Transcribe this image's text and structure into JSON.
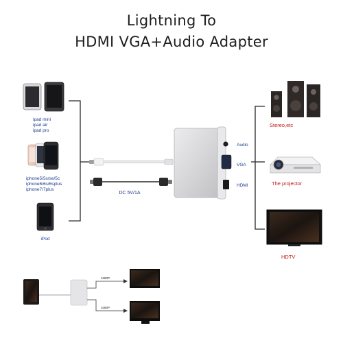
{
  "title": {
    "line1": "Lightning To",
    "line2": "HDMI VGA+Audio Adapter"
  },
  "devices": {
    "ipad_labels": [
      "ipad mini",
      "ipad air",
      "ipad pro"
    ],
    "iphone_labels": [
      "iphone5/5s/se/5c",
      "iphone6/6s/6splus",
      "iphone7/7plus"
    ],
    "ipod_label": "iPod"
  },
  "adapter": {
    "port_labels": [
      "Audio",
      "VGA",
      "HDMI"
    ],
    "power_label": "DC 5V/1A"
  },
  "outputs": {
    "stereo_label": "Stereo,etc",
    "projector_label": "The projector",
    "hdtv_label": "HDTV"
  },
  "mini_diagram": {
    "top_label": "1080P",
    "bottom_label": "1080P"
  },
  "colors": {
    "label_blue": "#1a3a8f",
    "label_red": "#c01818",
    "line": "#2a2a2a",
    "adapter_body": "#d8d8da"
  }
}
